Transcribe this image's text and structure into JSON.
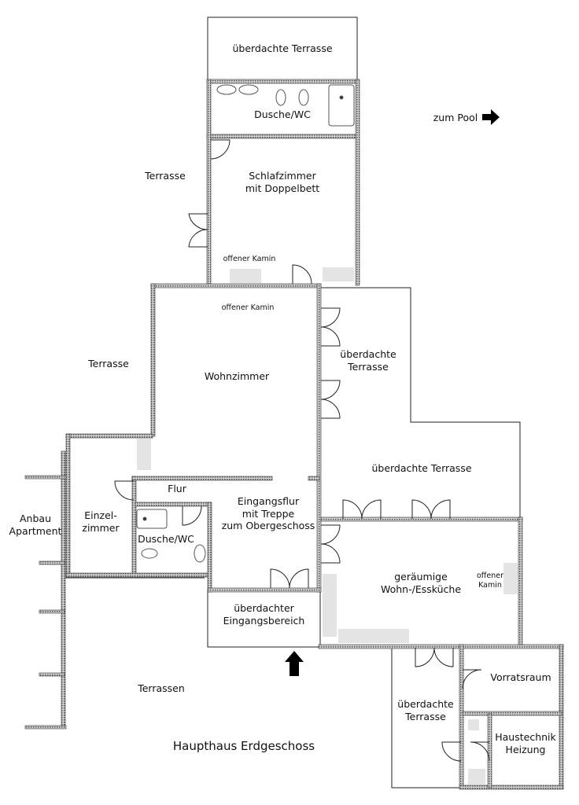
{
  "floorplan": {
    "title": "Haupthaus Erdgeschoss",
    "rooms": {
      "covered_terrace_top": "überdachte Terrasse",
      "bath_top": "Dusche/WC",
      "bedroom": "Schlafzimmer\nmit Doppelbett",
      "fireplace_bedroom": "offener Kamin",
      "fireplace_living": "offener Kamin",
      "living_room": "Wohnzimmer",
      "covered_terrace_right_top": "überdachte\nTerrasse",
      "covered_terrace_right": "überdachte Terrasse",
      "single_room": "Einzel-\nzimmer",
      "hall": "Flur",
      "entrance_hall": "Eingangsflur\nmit Treppe\nzum Obergeschoss",
      "bath_small": "Dusche/WC",
      "kitchen": "geräumige\nWohn-/Essküche",
      "fireplace_kitchen": "offener\nKamin",
      "covered_entrance": "überdachter\nEingangsbereich",
      "covered_terrace_bottom": "überdachte\nTerrasse",
      "pantry": "Vorratsraum",
      "utility": "Haustechnik\nHeizung"
    },
    "outside": {
      "terrace_upper": "Terrasse",
      "terrace_middle": "Terrasse",
      "terraces_bottom": "Terrassen",
      "annex": "Anbau\nApartment",
      "pool_hint": "zum Pool"
    },
    "icons": [
      "arrow-right-icon",
      "arrow-up-icon",
      "door-swing-icon",
      "sink-icon",
      "toilet-icon",
      "shower-icon"
    ],
    "colors": {
      "wall": "#444444",
      "wall_fill": "#d8d8d8",
      "line": "#222222",
      "fireplace": "#e4e4e4"
    }
  }
}
